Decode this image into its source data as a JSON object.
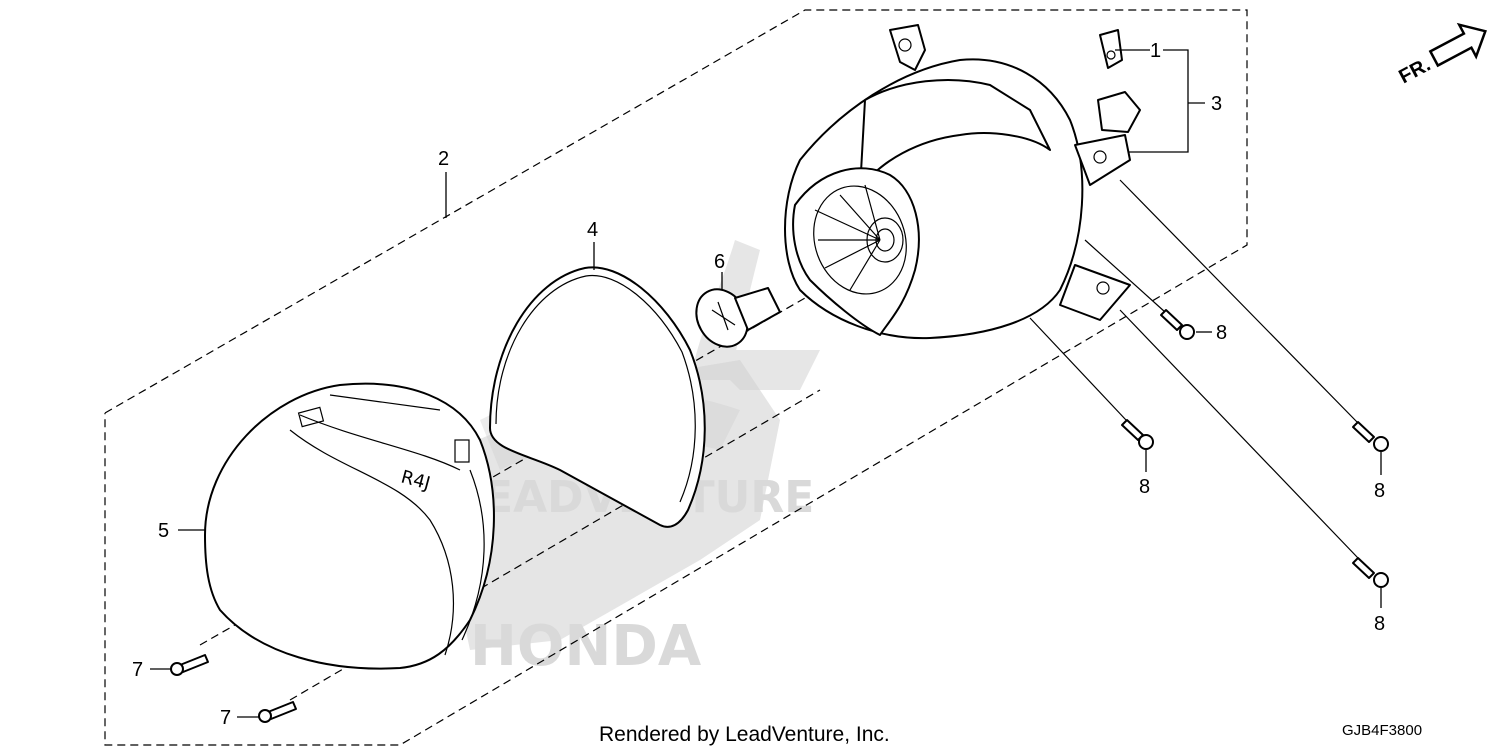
{
  "callouts": {
    "c1": "1",
    "c2": "2",
    "c3": "3",
    "c4": "4",
    "c5": "5",
    "c6": "6",
    "c7a": "7",
    "c7b": "7",
    "c8a": "8",
    "c8b": "8",
    "c8c": "8",
    "c8d": "8"
  },
  "direction_label": "FR.",
  "watermark": {
    "brand_top": "LEADVENTURE",
    "brand_bottom": "HONDA"
  },
  "footer": {
    "rendered_by": "Rendered by LeadVenture, Inc.",
    "diagram_code": "GJB4F3800"
  },
  "colors": {
    "line": "#000000",
    "watermark": "#d9d9d9"
  }
}
